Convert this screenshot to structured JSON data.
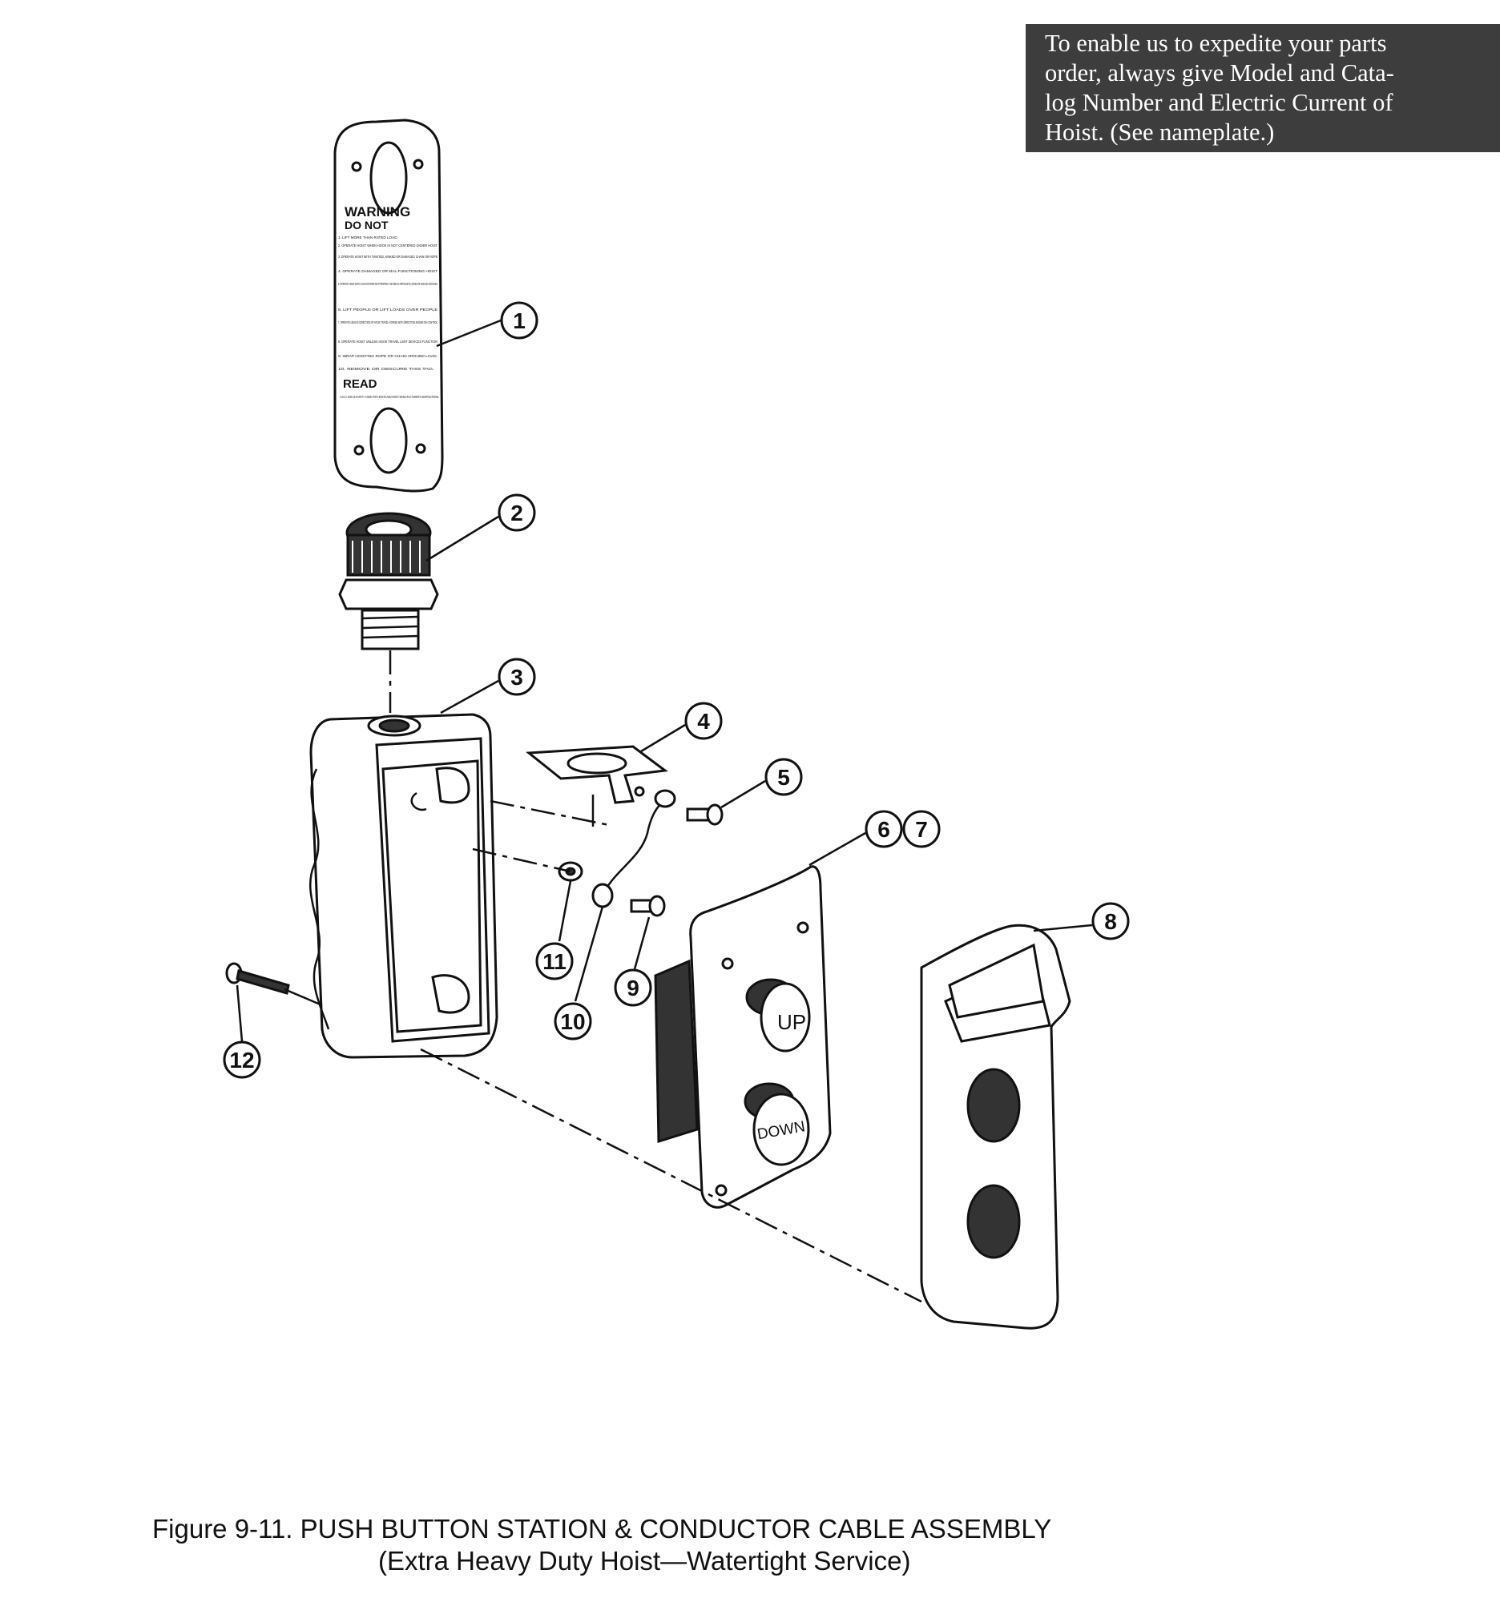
{
  "notice": {
    "lines": [
      "To enable us to expedite your parts",
      "order, always give Model and Cata-",
      "log Number and Electric Current of",
      "Hoist. (See nameplate.)"
    ]
  },
  "warning_tag": {
    "heading": "WARNING",
    "subheading": "DO NOT",
    "items": [
      "1. LIFT MORE THAN RATED LOAD.",
      "2. OPERATE HOIST WHEN HOOK IS NOT CENTERED UNDER HOIST",
      "3. OPERATE HOIST WITH TWISTED, KINKED OR DAMAGED CHAIN OR ROPE",
      "4. OPERATE DAMAGED OR MAL-FUNCTIONING HOIST",
      "5. OPERATE HOIST WITH CHAIN OR ROPE NOT PROPERLY SEATED IN SPROCKETS, DRUM OR SHEAVE GROOVES",
      "6. LIFT PEOPLE OR LIFT LOADS OVER PEOPLE",
      "7. OPERATE UNLESS DIRECTION OF HOOK TRAVEL AGREES WITH DIRECTION SHOWN ON CONTROL",
      "8. OPERATE HOIST UNLESS HOOK TRAVEL LIMIT DEVICES FUNCTION",
      "9. WRAP HOISTING ROPE OR CHAIN AROUND LOAD.",
      "10. REMOVE OR OBSCURE THIS TAG."
    ],
    "read_heading": "READ",
    "read_text": "A.N.S.I. B30.16 SAFETY CODE FOR HOISTS AND HOIST MANU-FACTURER'S INSTRUCTIONS."
  },
  "buttons": {
    "up": "UP",
    "down": "DOWN"
  },
  "callouts": [
    "1",
    "2",
    "3",
    "4",
    "5",
    "6",
    "7",
    "8",
    "9",
    "10",
    "11",
    "12"
  ],
  "caption": {
    "line1": "Figure 9-11.   PUSH BUTTON STATION & CONDUCTOR CABLE ASSEMBLY",
    "line2": "(Extra Heavy Duty Hoist—Watertight Service)"
  }
}
